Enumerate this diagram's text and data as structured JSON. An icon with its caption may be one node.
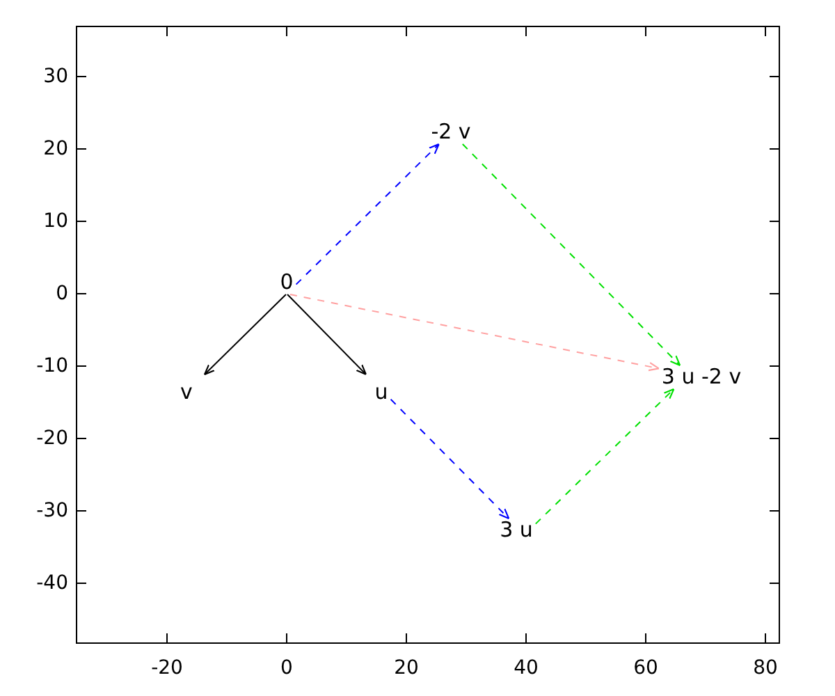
{
  "diagram": {
    "nodes": [
      {
        "text": [
          "0"
        ]
      },
      {
        "text": [
          "v"
        ]
      },
      {
        "text": [
          "u"
        ]
      },
      {
        "text": [
          "-2 v"
        ]
      },
      {
        "text": [
          "3 u"
        ]
      },
      {
        "text": [
          "3 u -2 v"
        ]
      }
    ],
    "edges": [
      {
        "from": 0,
        "to": 1,
        "arrow": "to"
      },
      {
        "from": 0,
        "to": 2,
        "arrow": "to"
      },
      {
        "from": 0,
        "to": 3,
        "arrow": "to",
        "style": "dashed",
        "color": "#0000ff"
      },
      {
        "from": 2,
        "to": 4,
        "arrow": "to",
        "style": "dashed",
        "color": "#0000ff"
      },
      {
        "from": 3,
        "to": 5,
        "arrow": "to",
        "style": "dashed",
        "color": "#00e000"
      },
      {
        "from": 4,
        "to": 5,
        "arrow": "to",
        "style": "dashed",
        "color": "#00e000"
      },
      {
        "from": 0,
        "to": 5,
        "arrow": "to",
        "style": "dashed",
        "color": "#ffa0a0"
      }
    ],
    "labels": [
      "30",
      "20",
      "10",
      "0",
      "-10",
      "-20",
      "-30",
      "-40",
      "-20",
      "0",
      "20",
      "40",
      "60",
      "80"
    ]
  }
}
